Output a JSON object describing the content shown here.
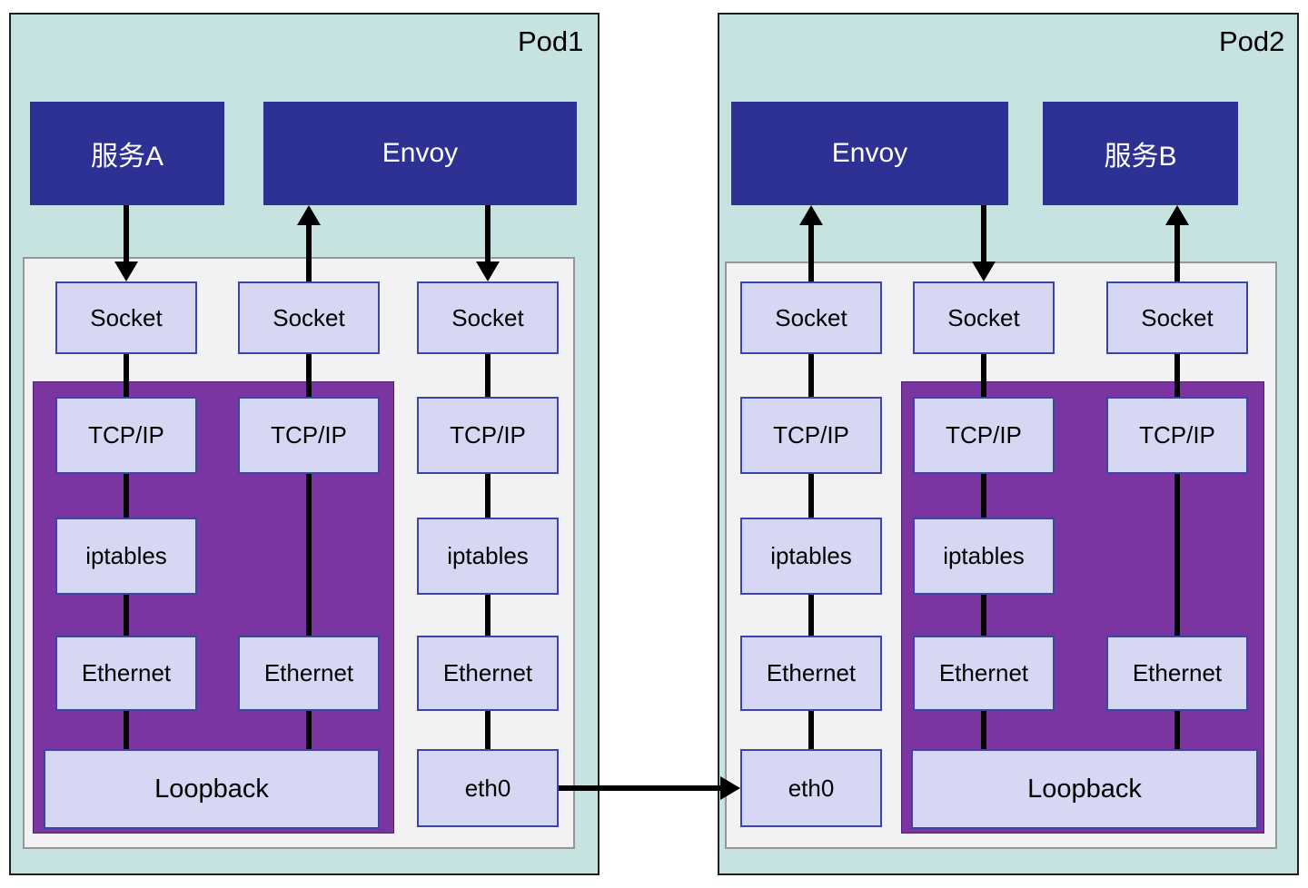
{
  "colors": {
    "pod_bg": "#c7e3e1",
    "pod_border": "#1f1f1f",
    "service_box_bg": "#2d3194",
    "service_box_text": "#ffffff",
    "inner_bg": "#f2f2f4",
    "inner_border": "#969696",
    "purple_bg": "#7b35a1",
    "node_bg": "#d6d7f3",
    "node_border": "#3c44a8",
    "line_color": "#000000"
  },
  "pod1": {
    "title": "Pod1",
    "service": "服务A",
    "envoy": "Envoy",
    "loopback": "Loopback",
    "eth0": "eth0",
    "stack1": {
      "socket": "Socket",
      "tcpip": "TCP/IP",
      "iptables": "iptables",
      "ethernet": "Ethernet"
    },
    "stack2": {
      "socket": "Socket",
      "tcpip": "TCP/IP",
      "ethernet": "Ethernet"
    },
    "stack3": {
      "socket": "Socket",
      "tcpip": "TCP/IP",
      "iptables": "iptables",
      "ethernet": "Ethernet"
    }
  },
  "pod2": {
    "title": "Pod2",
    "envoy": "Envoy",
    "service": "服务B",
    "loopback": "Loopback",
    "eth0": "eth0",
    "stack1": {
      "socket": "Socket",
      "tcpip": "TCP/IP",
      "iptables": "iptables",
      "ethernet": "Ethernet"
    },
    "stack2": {
      "socket": "Socket",
      "tcpip": "TCP/IP",
      "iptables": "iptables",
      "ethernet": "Ethernet"
    },
    "stack3": {
      "socket": "Socket",
      "tcpip": "TCP/IP",
      "ethernet": "Ethernet"
    }
  }
}
